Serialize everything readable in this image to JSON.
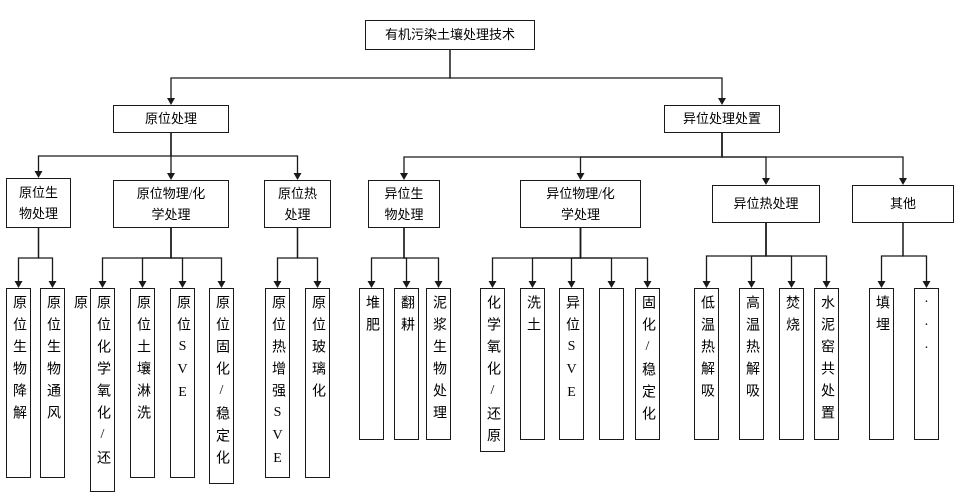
{
  "colors": {
    "line": "#1a1a1a",
    "box_border": "#1a1a1a",
    "background": "#ffffff",
    "text": "#000000"
  },
  "nodes": {
    "root": "有机污染土壤处理技术",
    "in_situ": "原位处理",
    "ex_situ": "异位处理处置",
    "in_bio": "原位生\n物处理",
    "in_physchem": "原位物理/化\n学处理",
    "in_thermal": "原位热\n处理",
    "ex_bio": "异位生\n物处理",
    "ex_physchem": "异位物理/化\n学处理",
    "ex_thermal": "异位热处理",
    "other": "其他",
    "in_biodegradation": "原位生物降解",
    "in_bioventing": "原位生物通风",
    "in_chem_oxidation_reduction": "原位化学氧化/还原",
    "in_soil_flushing": "原位土壤淋洗",
    "in_sve": "原位SVE",
    "in_solidification_stabilization": "原位固化/稳定化",
    "in_thermal_enhanced_sve": "原位热增强SVE",
    "in_vitrification": "原位玻璃化",
    "composting": "堆肥",
    "land_farming": "翻耕",
    "slurry_bioreactor": "泥浆生物处理",
    "ex_chem_oxidation_reduction": "化学氧化/还原",
    "soil_washing": "洗土",
    "ex_sve": "异位SVE",
    "ex_solidification_stabilization": "固化/稳定化",
    "low_temp_thermal_desorption": "低温热解吸",
    "high_temp_thermal_desorption": "高温热解吸",
    "incineration": "焚烧",
    "cement_kiln_codisposal": "水泥窑共处置",
    "landfill": "填埋",
    "ellipsis": "···"
  }
}
